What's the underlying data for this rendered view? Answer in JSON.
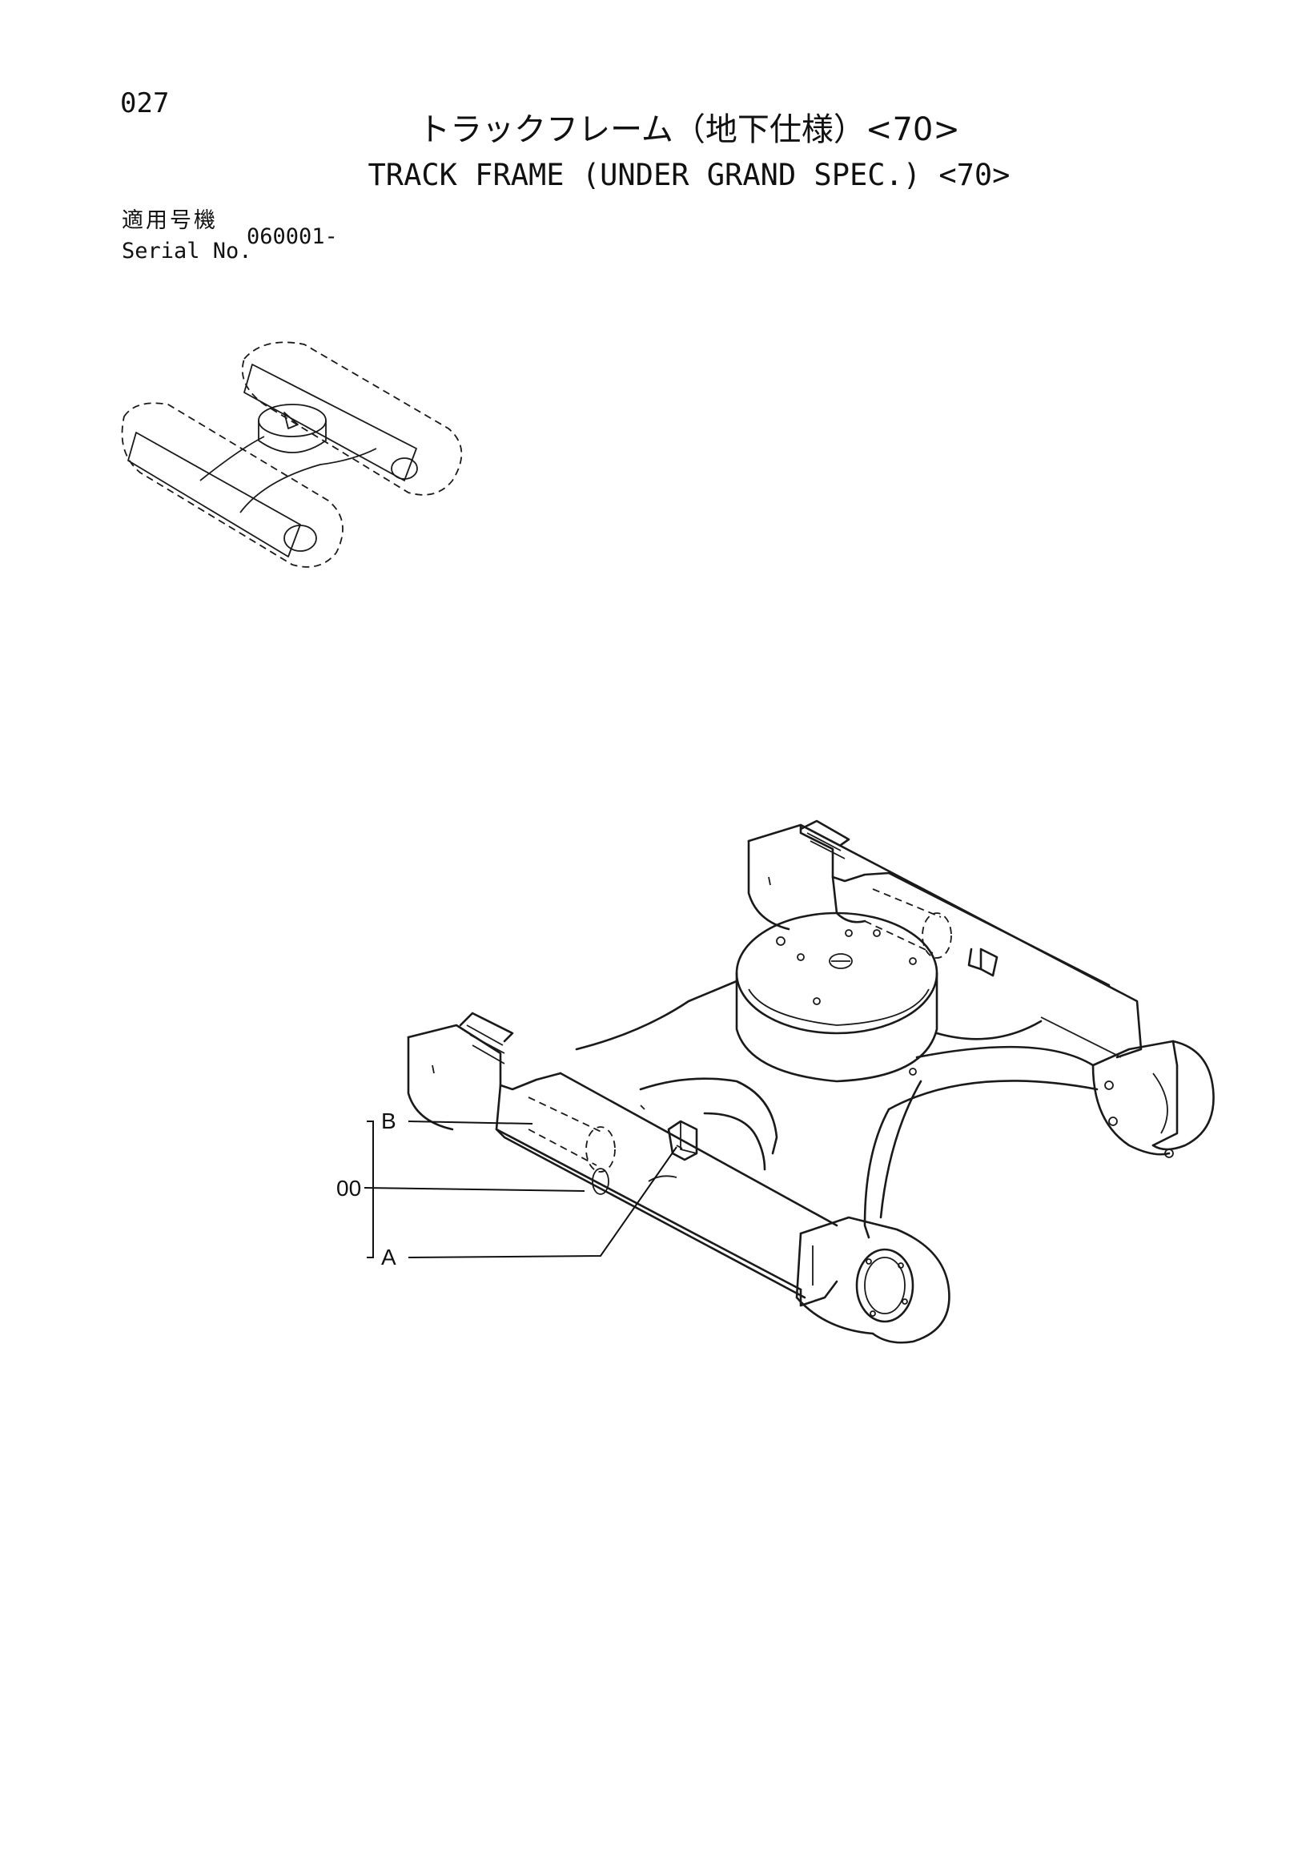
{
  "header": {
    "page_number": "027",
    "title_jp": "トラックフレーム（地下仕様）<70>",
    "title_en": "TRACK FRAME (UNDER GRAND SPEC.) <70>"
  },
  "serial": {
    "label_jp": "適用号機",
    "label_en": "Serial No.",
    "value": "060001-"
  },
  "callouts": {
    "b": "B",
    "assembly": "00",
    "a": "A"
  }
}
